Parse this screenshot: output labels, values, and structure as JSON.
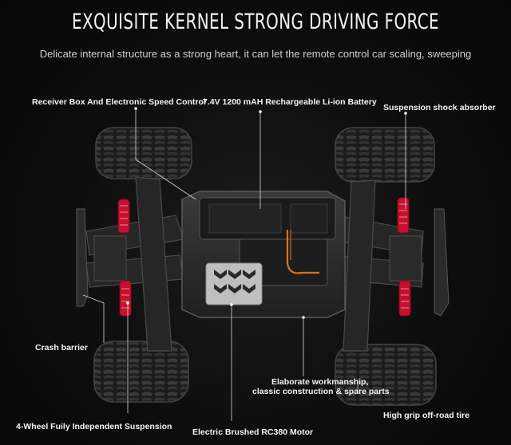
{
  "header": {
    "title": "EXQUISITE KERNEL STRONG DRIVING FORCE",
    "subtitle": "Delicate internal structure as a strong heart, it can let the remote control car scaling, sweeping"
  },
  "callouts": {
    "receiver": "Receiver Box And Electronic Speed Control",
    "battery": "7.4V 1200 mAH Rechargeable Li-ion Battery",
    "shock": "Suspension shock absorber",
    "crash": "Crash barrier",
    "workmanship_1": "Elaborate workmanship,",
    "workmanship_2": "classic construction & spare parts",
    "tire": "High grip off-road tire",
    "suspension": "4-Wheel Fuily Independent Suspension",
    "motor": "Electric Brushed RC380 Motor"
  },
  "colors": {
    "background": "#0b0b0b",
    "chassis": "#2a2a2a",
    "shock_red": "#c8102e",
    "wire_orange": "#d9731f"
  }
}
